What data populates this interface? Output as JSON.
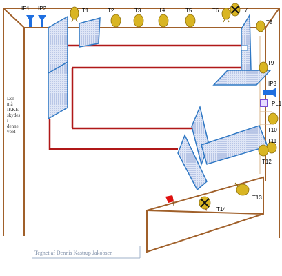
{
  "colors": {
    "wall": "#a0602a",
    "barrier": "#b01818",
    "panel_fill": "#cfd8ef",
    "panel_stroke": "#2f78c4",
    "target": "#d9b523",
    "target_dark": "#8c6e0a",
    "ip_blue": "#1f6fe0",
    "pl_purple": "#7b4fd6",
    "flag_red": "#e01010"
  },
  "labels": {
    "ip1": "IP1",
    "ip2": "IP2",
    "ip3": "IP3",
    "pl1": "PL1",
    "t1": "T1",
    "t2": "T2",
    "t3": "T3",
    "t4": "T4",
    "t5": "T5",
    "t6": "T6",
    "t7": "T7",
    "t8": "T8",
    "t9": "T9",
    "t10": "T10",
    "t11": "T11",
    "t12": "T12",
    "t13": "T13",
    "t14": "T14"
  },
  "wall_note": [
    "Der",
    "må",
    "IKKE",
    "skydes",
    "i",
    "denne",
    "vold"
  ],
  "credit": "Tegnet af Dennis Kastrup Jakobsen",
  "icons": {
    "target": "target-icon",
    "no_shoot": "no-shoot-x-icon",
    "ip": "ip-marker-icon",
    "pl": "pl-square-icon",
    "flag": "flag-icon"
  }
}
